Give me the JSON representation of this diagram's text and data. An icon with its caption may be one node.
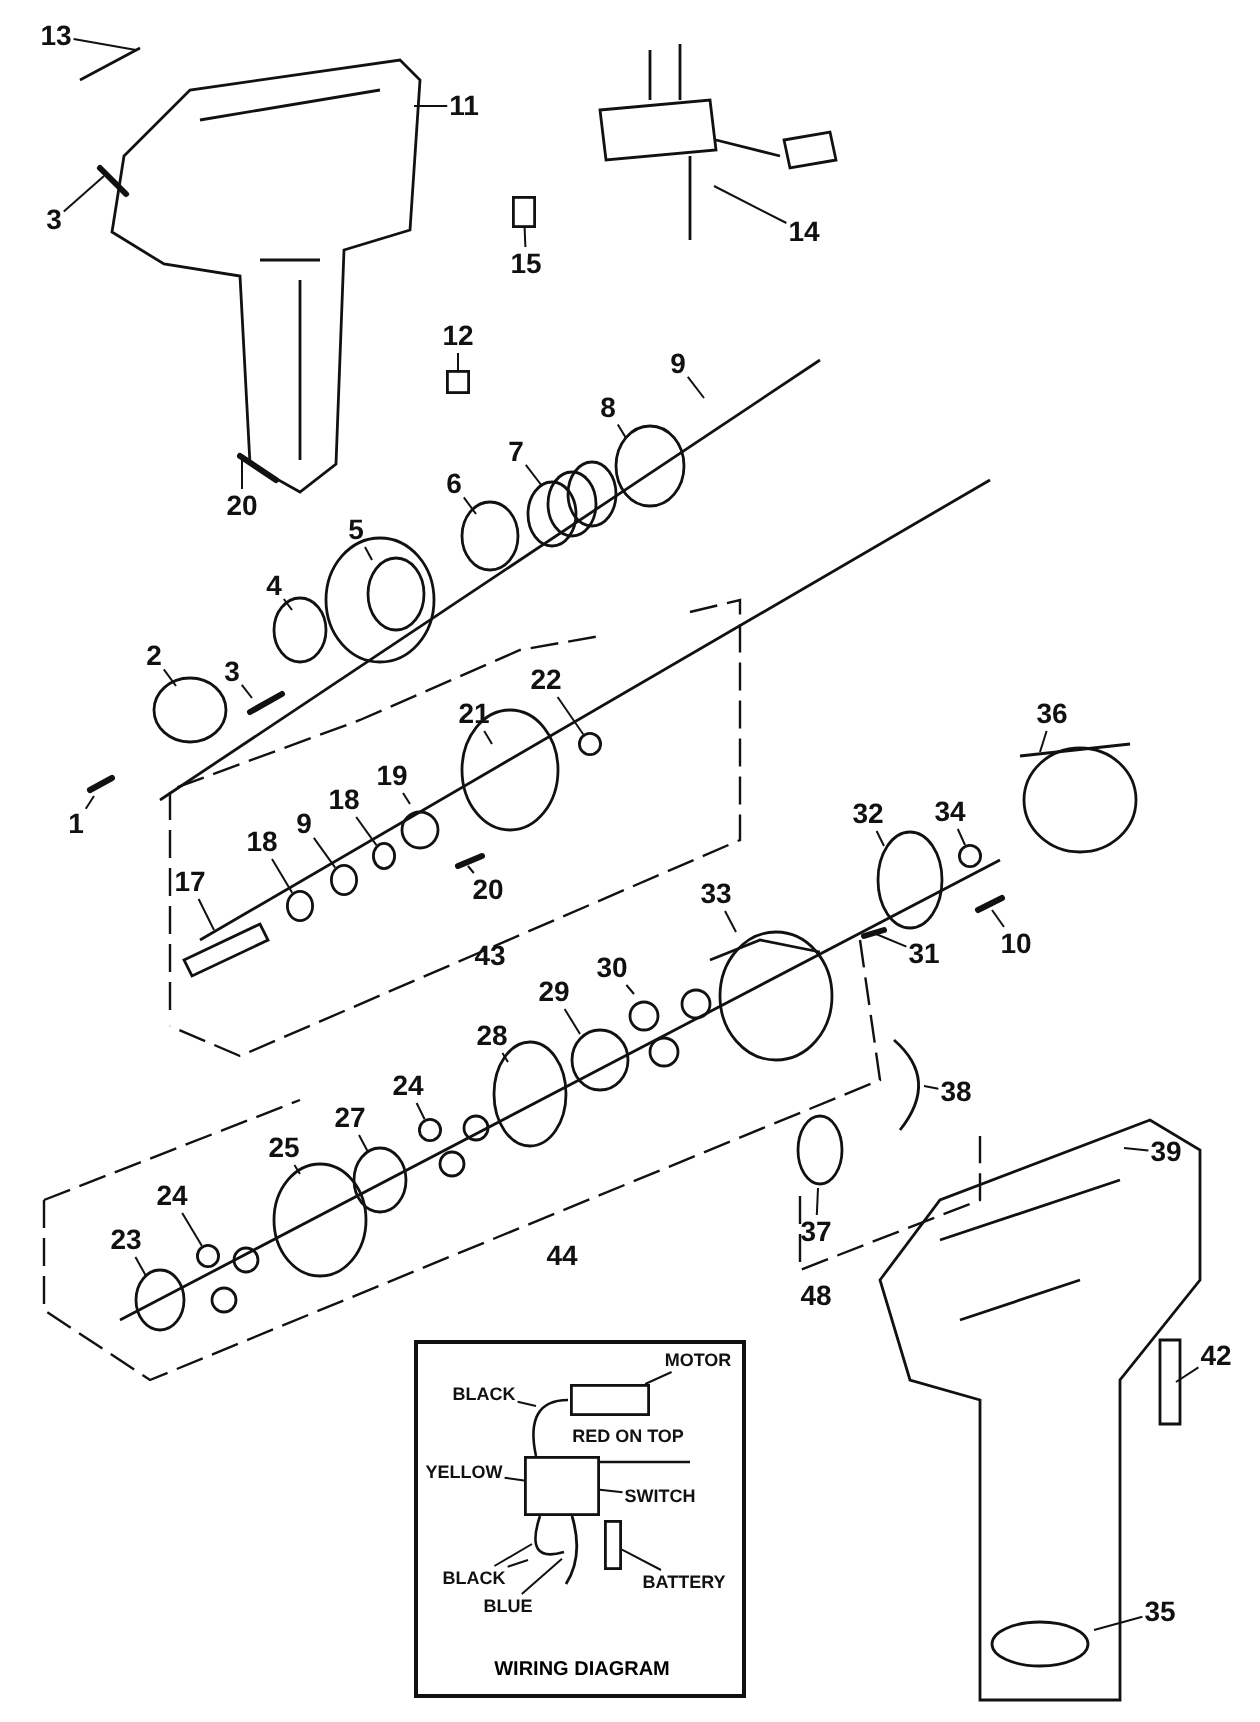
{
  "diagram": {
    "nodes": [
      {
        "text": [
          "13"
        ]
      },
      {
        "text": [
          "11"
        ]
      },
      {
        "text": [
          "3"
        ]
      },
      {
        "text": [
          "14"
        ]
      },
      {
        "text": [
          "15"
        ]
      },
      {
        "text": [
          "12"
        ]
      },
      {
        "text": [
          "9"
        ]
      },
      {
        "text": [
          "8"
        ]
      },
      {
        "text": [
          "20"
        ]
      },
      {
        "text": [
          "7"
        ]
      },
      {
        "text": [
          "6"
        ]
      },
      {
        "text": [
          "5"
        ]
      },
      {
        "text": [
          "4"
        ]
      },
      {
        "text": [
          "2"
        ]
      },
      {
        "text": [
          "3"
        ]
      },
      {
        "text": [
          "22"
        ]
      },
      {
        "text": [
          "21"
        ]
      },
      {
        "text": [
          "36"
        ]
      },
      {
        "text": [
          "1"
        ]
      },
      {
        "text": [
          "19"
        ]
      },
      {
        "text": [
          "18"
        ]
      },
      {
        "text": [
          "9"
        ]
      },
      {
        "text": [
          "18"
        ]
      },
      {
        "text": [
          "20"
        ]
      },
      {
        "text": [
          "32"
        ]
      },
      {
        "text": [
          "34"
        ]
      },
      {
        "text": [
          "17"
        ]
      },
      {
        "text": [
          "33"
        ]
      },
      {
        "text": [
          "31"
        ]
      },
      {
        "text": [
          "10"
        ]
      },
      {
        "text": [
          "30"
        ]
      },
      {
        "text": [
          "29"
        ]
      },
      {
        "text": [
          "28"
        ]
      },
      {
        "text": [
          "38"
        ]
      },
      {
        "text": [
          "24"
        ]
      },
      {
        "text": [
          "27"
        ]
      },
      {
        "text": [
          "39"
        ]
      },
      {
        "text": [
          "25"
        ]
      },
      {
        "text": [
          "24"
        ]
      },
      {
        "text": [
          "23"
        ]
      },
      {
        "text": [
          "37"
        ]
      },
      {
        "text": [
          "42"
        ]
      },
      {
        "text": [
          "35"
        ]
      },
      {
        "text": [
          "WIRING DIAGRAM"
        ]
      },
      {
        "text": [
          "BLACK"
        ],
        "in": 43
      },
      {
        "text": [
          "MOTOR"
        ],
        "in": 43
      },
      {
        "text": [
          "YELLOW"
        ],
        "in": 43
      },
      {
        "text": [
          "SWITCH"
        ],
        "in": 43
      },
      {
        "text": [
          "BLACK"
        ],
        "in": 43
      },
      {
        "text": [
          "BLUE"
        ],
        "in": 43
      },
      {
        "text": [
          "BATTERY"
        ],
        "in": 43
      },
      {
        "text": [],
        "shape": "box"
      },
      {
        "text": [],
        "shape": "box"
      },
      {
        "text": [],
        "shape": "circle"
      },
      {
        "text": [],
        "shape": "circle"
      },
      {
        "text": [],
        "shape": "circle"
      },
      {
        "text": [],
        "shape": "circle"
      },
      {
        "text": [],
        "shape": "circle"
      },
      {
        "text": [],
        "shape": "circle"
      },
      {
        "text": [],
        "shape": "box",
        "in": 43
      },
      {
        "text": [],
        "shape": "box",
        "in": 43
      },
      {
        "text": [],
        "shape": "box",
        "in": 43
      },
      {
        "text": [],
        "shape": "picture",
        "in": 43
      },
      {
        "text": [],
        "shape": "circle"
      }
    ],
    "edges": [
      {
        "from": 0,
        "to": null,
        "arrow": "none"
      },
      {
        "from": 1,
        "to": null,
        "arrow": "none"
      },
      {
        "from": 2,
        "to": null,
        "arrow": "none"
      },
      {
        "from": 3,
        "to": null,
        "arrow": "none"
      },
      {
        "from": 4,
        "to": 51,
        "arrow": "none"
      },
      {
        "from": 5,
        "to": 52,
        "arrow": "none"
      },
      {
        "from": 6,
        "to": null,
        "arrow": "none"
      },
      {
        "from": 7,
        "to": null,
        "arrow": "none"
      },
      {
        "from": 8,
        "to": null,
        "arrow": "none"
      },
      {
        "from": 9,
        "to": null,
        "arrow": "none"
      },
      {
        "from": 10,
        "to": null,
        "arrow": "none"
      },
      {
        "from": 11,
        "to": null,
        "arrow": "none"
      },
      {
        "from": 12,
        "to": null,
        "arrow": "none"
      },
      {
        "from": 13,
        "to": null,
        "arrow": "none"
      },
      {
        "from": 14,
        "to": null,
        "arrow": "none"
      },
      {
        "from": 15,
        "to": 53,
        "arrow": "none"
      },
      {
        "from": 16,
        "to": null,
        "arrow": "none"
      },
      {
        "from": 17,
        "to": null,
        "arrow": "none"
      },
      {
        "from": 18,
        "to": null,
        "arrow": "none"
      },
      {
        "from": 19,
        "to": null,
        "arrow": "none"
      },
      {
        "from": 20,
        "to": 54,
        "arrow": "none"
      },
      {
        "from": 21,
        "to": 55,
        "arrow": "none"
      },
      {
        "from": 22,
        "to": 56,
        "arrow": "none"
      },
      {
        "from": 23,
        "to": null,
        "arrow": "none"
      },
      {
        "from": 24,
        "to": null,
        "arrow": "none"
      },
      {
        "from": 25,
        "to": 57,
        "arrow": "none"
      },
      {
        "from": 26,
        "to": null,
        "arrow": "none"
      },
      {
        "from": 27,
        "to": null,
        "arrow": "none"
      },
      {
        "from": 28,
        "to": null,
        "arrow": "none"
      },
      {
        "from": 29,
        "to": null,
        "arrow": "none"
      },
      {
        "from": 30,
        "to": null,
        "arrow": "none"
      },
      {
        "from": 31,
        "to": null,
        "arrow": "none"
      },
      {
        "from": 32,
        "to": null,
        "arrow": "none"
      },
      {
        "from": 33,
        "to": null,
        "arrow": "none"
      },
      {
        "from": 34,
        "to": 58,
        "arrow": "none"
      },
      {
        "from": 35,
        "to": null,
        "arrow": "none"
      },
      {
        "from": 36,
        "to": null,
        "arrow": "none"
      },
      {
        "from": 37,
        "to": null,
        "arrow": "none"
      },
      {
        "from": 38,
        "to": 63,
        "arrow": "none"
      },
      {
        "from": 39,
        "to": null,
        "arrow": "none"
      },
      {
        "from": 40,
        "to": null,
        "arrow": "none"
      },
      {
        "from": 41,
        "to": null,
        "arrow": "none"
      },
      {
        "from": 42,
        "to": null,
        "arrow": "none"
      },
      {
        "from": 44,
        "to": null,
        "arrow": "none"
      },
      {
        "from": 45,
        "to": 59,
        "arrow": "none"
      },
      {
        "from": 46,
        "to": 60,
        "arrow": "none"
      },
      {
        "from": 47,
        "to": 60,
        "arrow": "none"
      },
      {
        "from": 48,
        "to": null,
        "arrow": "none"
      },
      {
        "from": 48,
        "to": null,
        "arrow": "none"
      },
      {
        "from": 49,
        "to": 62,
        "arrow": "none"
      },
      {
        "from": 50,
        "to": 61,
        "arrow": "none"
      }
    ],
    "labels": [
      "43",
      "44",
      "48",
      "RED ON TOP"
    ]
  }
}
